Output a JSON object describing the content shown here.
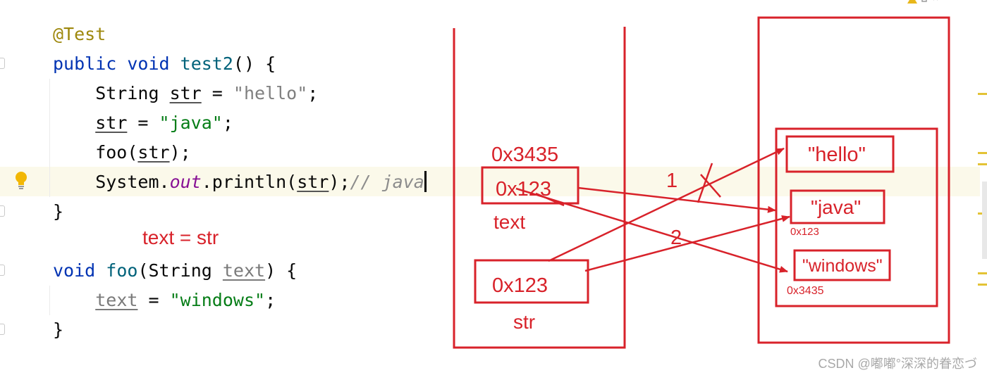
{
  "editor": {
    "lines": [
      {
        "id": "annotation",
        "tokens": [
          {
            "cls": "ann",
            "text": "@Test"
          }
        ]
      },
      {
        "id": "method-test2",
        "tokens": [
          {
            "cls": "kw",
            "text": "public"
          },
          {
            "cls": "",
            "text": " "
          },
          {
            "cls": "kw",
            "text": "void"
          },
          {
            "cls": "",
            "text": " "
          },
          {
            "cls": "fn",
            "text": "test2"
          },
          {
            "cls": "",
            "text": "() {"
          }
        ]
      },
      {
        "id": "declare-str",
        "tokens": [
          {
            "cls": "",
            "text": "    String "
          },
          {
            "cls": "uvar",
            "text": "str"
          },
          {
            "cls": "",
            "text": " = "
          },
          {
            "cls": "strg",
            "text": "\"hello\""
          },
          {
            "cls": "",
            "text": ";"
          }
        ]
      },
      {
        "id": "assign-str",
        "tokens": [
          {
            "cls": "",
            "text": "    "
          },
          {
            "cls": "uvar",
            "text": "str"
          },
          {
            "cls": "",
            "text": " = "
          },
          {
            "cls": "str",
            "text": "\"java\""
          },
          {
            "cls": "",
            "text": ";"
          }
        ]
      },
      {
        "id": "call-foo",
        "tokens": [
          {
            "cls": "",
            "text": "    foo("
          },
          {
            "cls": "uvar",
            "text": "str"
          },
          {
            "cls": "",
            "text": ");"
          }
        ]
      },
      {
        "id": "println",
        "tokens": [
          {
            "cls": "",
            "text": "    System."
          },
          {
            "cls": "stat",
            "text": "out"
          },
          {
            "cls": "",
            "text": ".println("
          },
          {
            "cls": "uvar",
            "text": "str"
          },
          {
            "cls": "",
            "text": ");"
          },
          {
            "cls": "cmt",
            "text": "// java"
          },
          {
            "cls": "caret",
            "text": ""
          }
        ]
      },
      {
        "id": "close-test2",
        "tokens": [
          {
            "cls": "",
            "text": "}"
          }
        ]
      },
      {
        "id": "blank",
        "tokens": [
          {
            "cls": "",
            "text": " "
          }
        ]
      },
      {
        "id": "method-foo",
        "tokens": [
          {
            "cls": "kw",
            "text": "void"
          },
          {
            "cls": "",
            "text": " "
          },
          {
            "cls": "fn",
            "text": "foo"
          },
          {
            "cls": "",
            "text": "(String "
          },
          {
            "cls": "uvarg",
            "text": "text"
          },
          {
            "cls": "",
            "text": ") {"
          }
        ]
      },
      {
        "id": "assign-text",
        "tokens": [
          {
            "cls": "",
            "text": "    "
          },
          {
            "cls": "uvarg",
            "text": "text"
          },
          {
            "cls": "",
            "text": " = "
          },
          {
            "cls": "str",
            "text": "\"windows\""
          },
          {
            "cls": "",
            "text": ";"
          }
        ]
      },
      {
        "id": "close-foo",
        "tokens": [
          {
            "cls": "",
            "text": "}"
          }
        ]
      }
    ]
  },
  "diagram": {
    "note": "text = str",
    "stack": {
      "text_addr_label": "0x3435",
      "text_value": "0x123",
      "text_name": "text",
      "str_value": "0x123",
      "str_name": "str"
    },
    "heap": {
      "hello": "\"hello\"",
      "java": "\"java\"",
      "java_addr": "0x123",
      "windows": "\"windows\"",
      "windows_addr": "0x3435"
    },
    "arrow_label_1": "1",
    "arrow_label_2": "2"
  },
  "colors": {
    "diagram_red": "#d8222a"
  },
  "watermark": "CSDN @嘟嘟°深深的眷恋づ"
}
